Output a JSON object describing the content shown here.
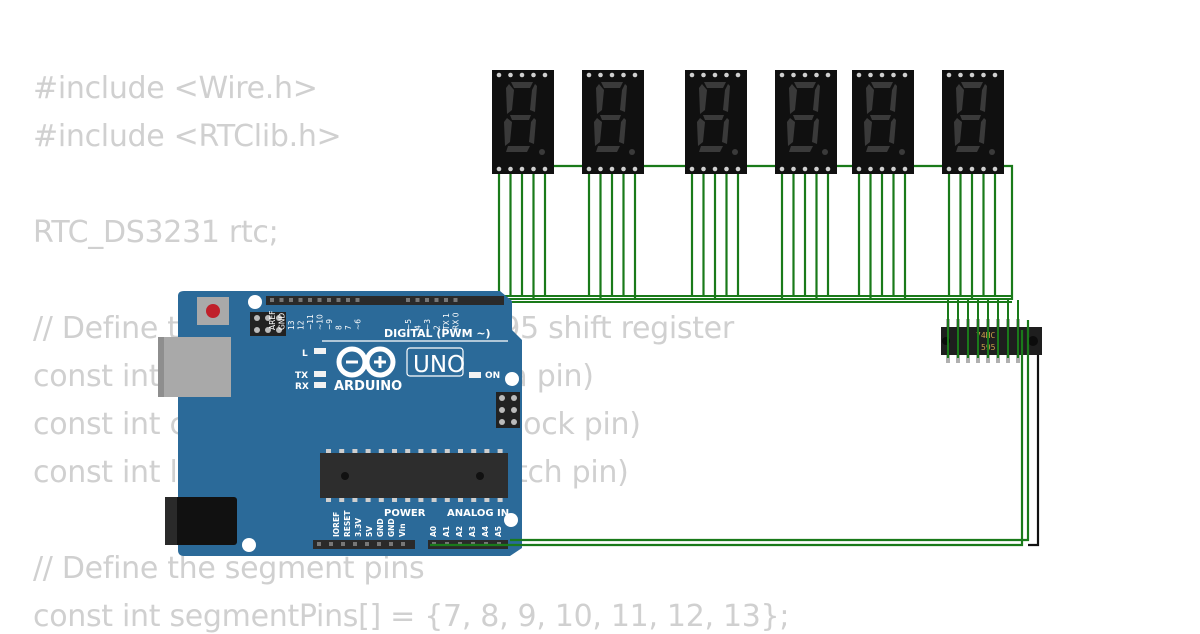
{
  "code": {
    "lines": [
      "#include <Wire.h>",
      "#include <RTClib.h>",
      "",
      "RTC_DS3231 rtc;",
      "",
      "// Define the pins for the 74HC595 shift register",
      "const int dataPin = 2;  // DS (data pin)",
      "const int clockPin = 3; // SHCP (clock pin)",
      "const int latchPin = 4; // STCP (latch pin)",
      "",
      "// Define the segment pins",
      "const int segmentPins[] = {7, 8, 9, 10, 11, 12, 13};"
    ]
  },
  "arduino": {
    "logo_text": "ARDUINO",
    "model": "UNO",
    "digital_label": "DIGITAL (PWM ~)",
    "power_label": "POWER",
    "analog_label": "ANALOG IN",
    "on_label": "ON",
    "l_label": "L",
    "tx_label": "TX",
    "rx_label": "RX",
    "digital_pins": [
      "AREF",
      "GND",
      "13",
      "12",
      "~11",
      "~10",
      "~9",
      "8",
      "7",
      "~6",
      "~5",
      "4",
      "~3",
      "2",
      "TX 1",
      "RX 0"
    ],
    "power_pins": [
      "IOREF",
      "RESET",
      "3.3V",
      "5V",
      "GND",
      "GND",
      "Vin"
    ],
    "analog_pins": [
      "A0",
      "A1",
      "A2",
      "A3",
      "A4",
      "A5"
    ]
  },
  "shift_register": {
    "label_line1": "74HC",
    "label_line2": "595"
  },
  "displays": {
    "count": 6
  },
  "colors": {
    "wire": "#1a7a1a",
    "wire_black": "#111111",
    "board": "#2b6a99",
    "code_text": "#d0d0d0",
    "segment_off": "#3a3a3a",
    "display_body": "#101010"
  }
}
